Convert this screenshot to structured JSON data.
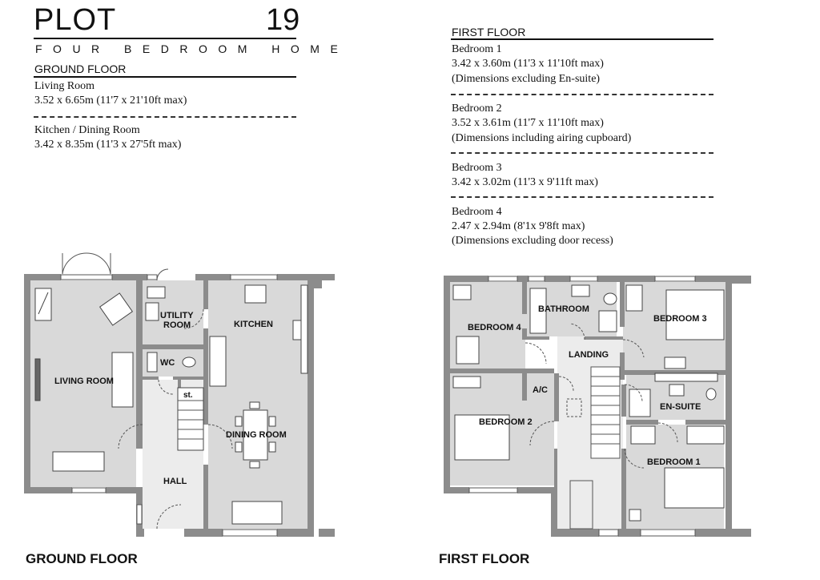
{
  "header": {
    "plot_label": "PLOT",
    "plot_number": "19",
    "subtitle": "FOUR BEDROOM HOME"
  },
  "ground_floor_spec": {
    "heading": "GROUND FLOOR",
    "rooms": [
      {
        "name": "Living Room",
        "dims": "3.52 x 6.65m (11'7 x 21'10ft max)"
      },
      {
        "name": "Kitchen / Dining Room",
        "dims": "3.42 x 8.35m (11'3 x 27'5ft max)"
      }
    ]
  },
  "first_floor_spec": {
    "heading": "FIRST FLOOR",
    "rooms": [
      {
        "name": "Bedroom 1",
        "dims": "3.42 x 3.60m (11'3 x 11'10ft max)",
        "note": "(Dimensions excluding En-suite)"
      },
      {
        "name": "Bedroom 2",
        "dims": "3.52 x 3.61m (11'7 x 11'10ft max)",
        "note": "(Dimensions including airing cupboard)"
      },
      {
        "name": "Bedroom 3",
        "dims": "3.42 x 3.02m (11'3 x 9'11ft max)",
        "note": ""
      },
      {
        "name": "Bedroom 4",
        "dims": "2.47 x 2.94m (8'1x 9'8ft max)",
        "note": "(Dimensions excluding door recess)"
      }
    ]
  },
  "ground_plan": {
    "caption": "GROUND FLOOR",
    "labels": {
      "utility": "UTILITY",
      "utility2": "ROOM",
      "kitchen": "KITCHEN",
      "wc": "WC",
      "living": "LIVING ROOM",
      "store": "st.",
      "dining": "DINING ROOM",
      "hall": "HALL"
    }
  },
  "first_plan": {
    "caption": "FIRST FLOOR",
    "labels": {
      "bathroom": "BATHROOM",
      "bedroom4": "BEDROOM 4",
      "bedroom3": "BEDROOM 3",
      "landing": "LANDING",
      "ac": "A/C",
      "ensuite": "EN-SUITE",
      "bedroom2": "BEDROOM 2",
      "bedroom1": "BEDROOM 1"
    }
  },
  "colors": {
    "wall": "#8c8c8c",
    "floor": "#d9d9d9",
    "ink": "#111111"
  }
}
